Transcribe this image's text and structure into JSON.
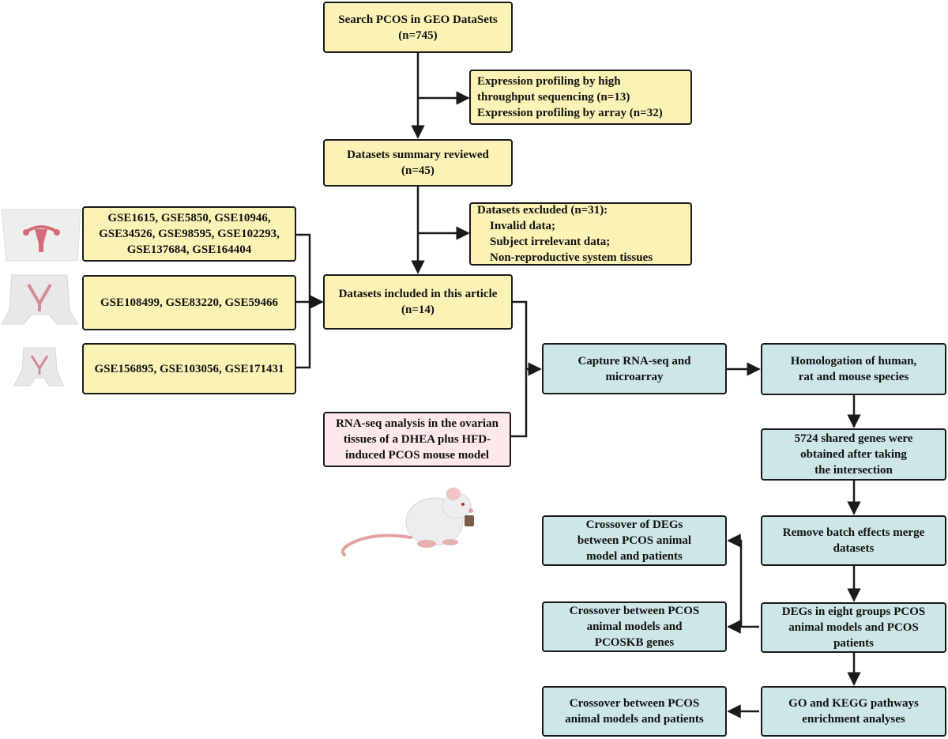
{
  "colors": {
    "yellow": "#fbf3b6",
    "cyan": "#cde6e8",
    "pink": "#fde8ec",
    "line": "#1a1a1a"
  },
  "icons": [
    "human-reproductive-system-icon",
    "rat-uterus-icon",
    "mouse-uterus-icon",
    "mouse-icon"
  ],
  "boxes": {
    "search": [
      "Search PCOS in GEO DataSets",
      "(n=745)"
    ],
    "expression": [
      "Expression profiling by high",
      "throughput sequencing (n=13)",
      "Expression profiling by array (n=32)"
    ],
    "reviewed": [
      "Datasets summary reviewed",
      "(n=45)"
    ],
    "excluded": [
      "Datasets excluded (n=31):",
      "Invalid data;",
      "Subject irrelevant data;",
      "Non-reproductive system tissues"
    ],
    "included": [
      "Datasets included in this article",
      "(n=14)"
    ],
    "human_gse": [
      "GSE1615, GSE5850, GSE10946,",
      "GSE34526, GSE98595, GSE102293,",
      "GSE137684, GSE164404"
    ],
    "rat_gse": [
      "GSE108499, GSE83220, GSE59466"
    ],
    "mouse_gse": [
      "GSE156895, GSE103056, GSE171431"
    ],
    "rnaseq_model": [
      "RNA-seq analysis in the ovarian",
      "tissues of a DHEA plus HFD-",
      "induced PCOS mouse model"
    ],
    "capture": [
      "Capture RNA-seq and",
      "microarray"
    ],
    "homolog": [
      "Homologation of human,",
      "rat and mouse species"
    ],
    "shared": [
      "5724 shared genes were",
      "obtained after taking",
      "the intersection"
    ],
    "batch": [
      "Remove batch effects merge",
      "datasets"
    ],
    "degs": [
      "DEGs in eight groups PCOS",
      "animal models and PCOS",
      "patients"
    ],
    "gokegg": [
      "GO and KEGG pathways",
      "enrichment analyses"
    ],
    "cross_degs": [
      "Crossover of DEGs",
      "between PCOS animal",
      "model and patients"
    ],
    "cross_kb": [
      "Crossover between PCOS",
      "animal models and",
      "PCOSKB genes"
    ],
    "cross_pat": [
      "Crossover between PCOS",
      "animal models and patients"
    ]
  }
}
